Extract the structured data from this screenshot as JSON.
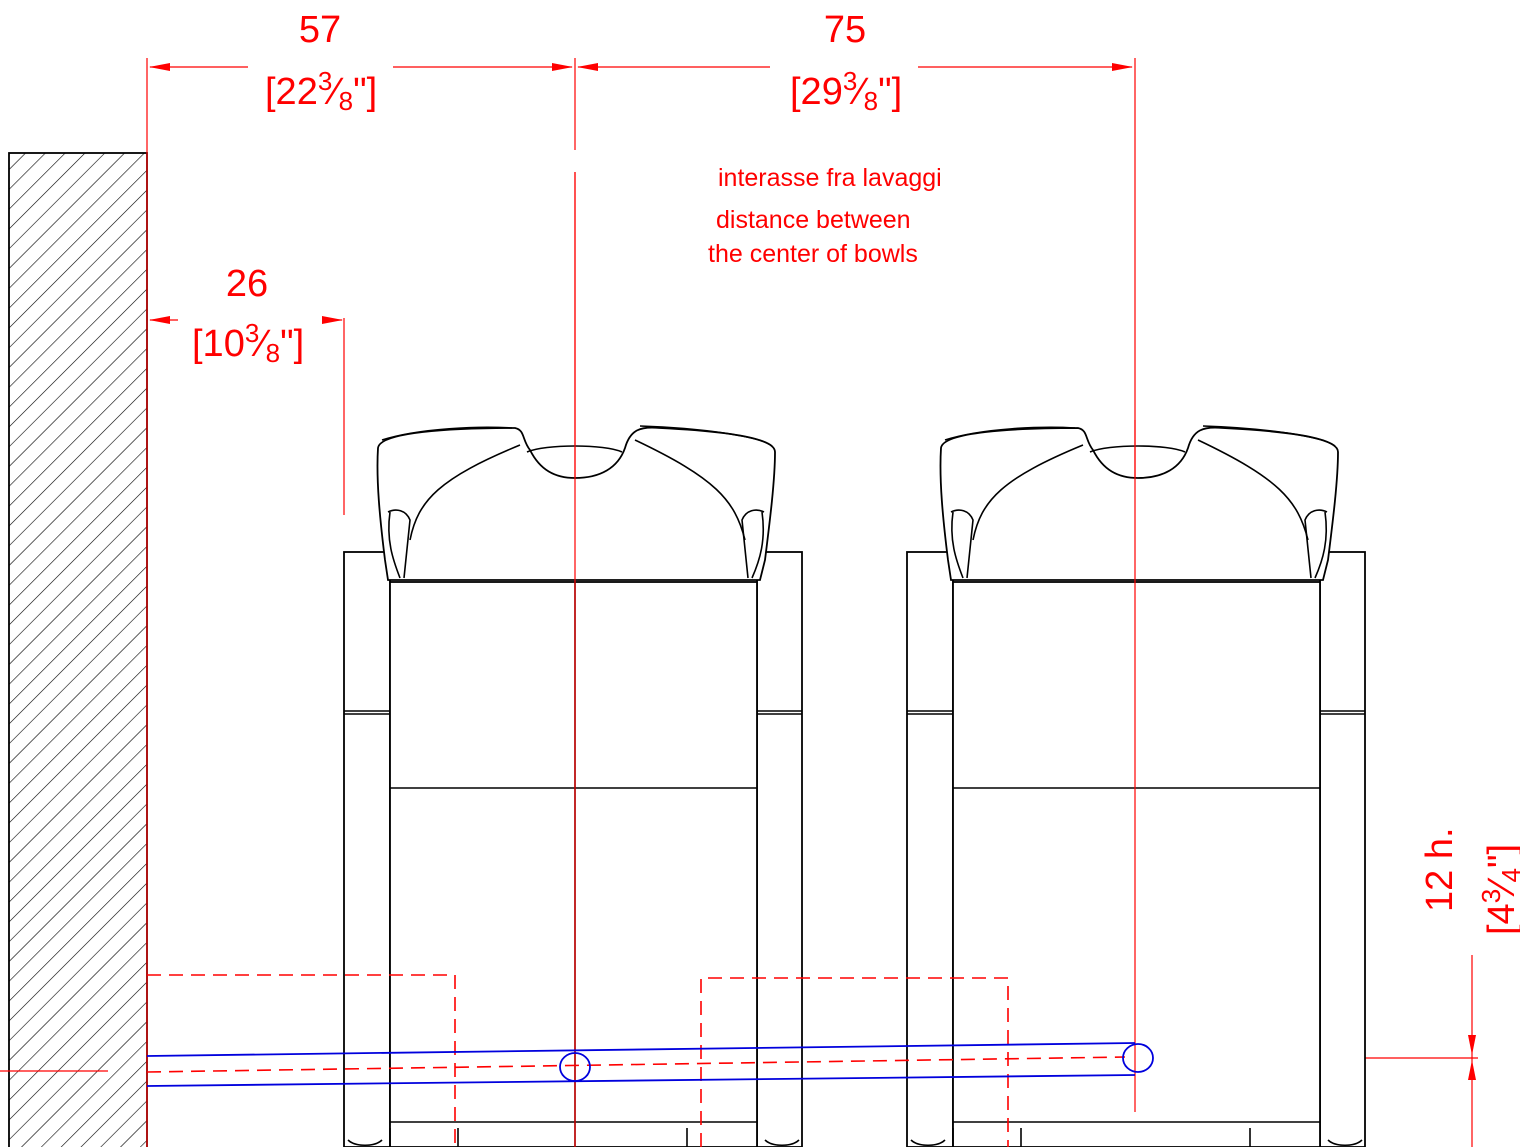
{
  "dimensions": {
    "d57": {
      "value": "57",
      "bracket_open": "[22",
      "frac_num": "3",
      "frac_slash": "⁄",
      "frac_den": "8",
      "bracket_close": "\"]"
    },
    "d75": {
      "value": "75",
      "bracket_open": "[29",
      "frac_num": "3",
      "frac_slash": "⁄",
      "frac_den": "8",
      "bracket_close": "\"]"
    },
    "d26": {
      "value": "26",
      "bracket_open": "[10",
      "frac_num": "3",
      "frac_slash": "⁄",
      "frac_den": "8",
      "bracket_close": "\"]"
    },
    "d12": {
      "value": "12 h.",
      "bracket_open": "[4",
      "frac_num": "3",
      "frac_slash": "⁄",
      "frac_den": "4",
      "bracket_close": "\"]"
    }
  },
  "note": {
    "line1": "interasse fra lavaggi",
    "line2": "distance between",
    "line3": "the center of  bowls"
  },
  "colors": {
    "dimension": "#ff0000",
    "pipe": "#0000dd",
    "outline": "#000000"
  }
}
